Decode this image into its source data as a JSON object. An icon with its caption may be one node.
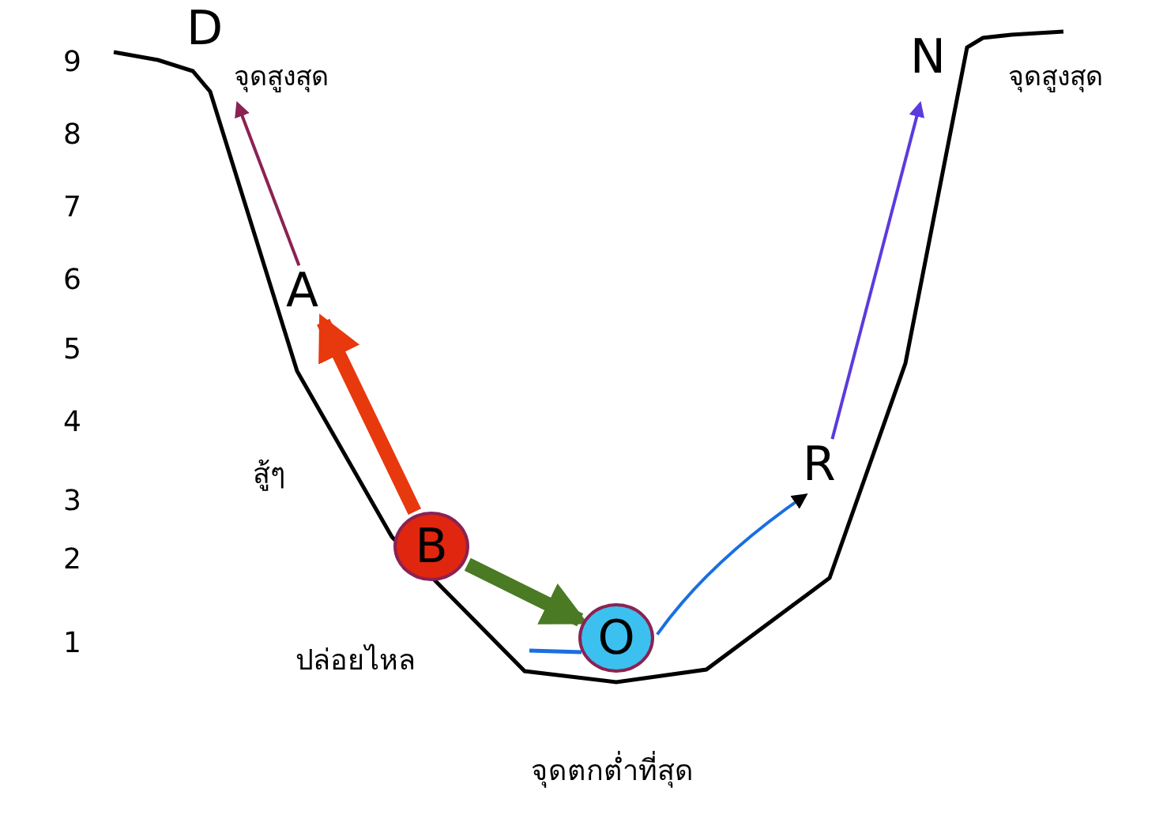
{
  "diagram": {
    "nodes": [
      {
        "text": [
          "D"
        ],
        "beside": [
          "จุดสูงสุด"
        ]
      },
      {
        "text": [
          "A"
        ]
      },
      {
        "text": [
          "B"
        ]
      },
      {
        "text": [
          "O"
        ]
      },
      {
        "text": [
          "R"
        ]
      },
      {
        "text": [
          "N"
        ],
        "beside": [
          "จุดสูงสุด"
        ]
      }
    ],
    "edges": [
      {
        "from": 2,
        "to": 1,
        "arrow": "to",
        "style": "thick",
        "color": "#e8380d"
      },
      {
        "from": 1,
        "to": 0,
        "arrow": "to",
        "color": "#8b2252"
      },
      {
        "from": 2,
        "to": 3,
        "arrow": "to",
        "style": "thick",
        "color": "#4a7a23"
      },
      {
        "from": 3,
        "to": 4,
        "arrow": "to",
        "color": "#1a6fe0"
      },
      {
        "from": 4,
        "to": 5,
        "arrow": "to",
        "color": "#5b3bdd"
      }
    ],
    "labels": [
      "9",
      "8",
      "7",
      "6",
      "5",
      "4",
      "3",
      "2",
      "1",
      "สู้ๆ",
      "ปล่อยไหล",
      "จุดตกต่ำที่สุด"
    ]
  }
}
